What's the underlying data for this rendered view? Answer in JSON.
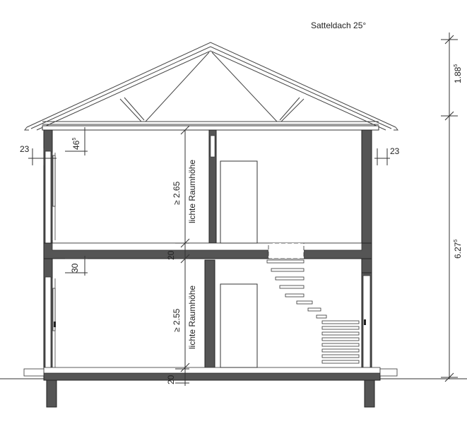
{
  "title": "Satteldach 25°",
  "dims": {
    "roof_height": "1.88",
    "roof_height_sup": "5",
    "total_height": "6.27",
    "total_height_sup": "5",
    "wall_left": "23",
    "wall_right": "23",
    "upper_offset": "46",
    "upper_offset_sup": "5",
    "lower_offset": "30",
    "upper_room_height": "≥ 2.65",
    "lower_room_height": "≥ 2.55",
    "room_height_label_upper": "lichte Raumhöhe",
    "room_height_label_lower": "lichte Raumhöhe",
    "slab_upper": "20",
    "slab_lower": "20"
  }
}
